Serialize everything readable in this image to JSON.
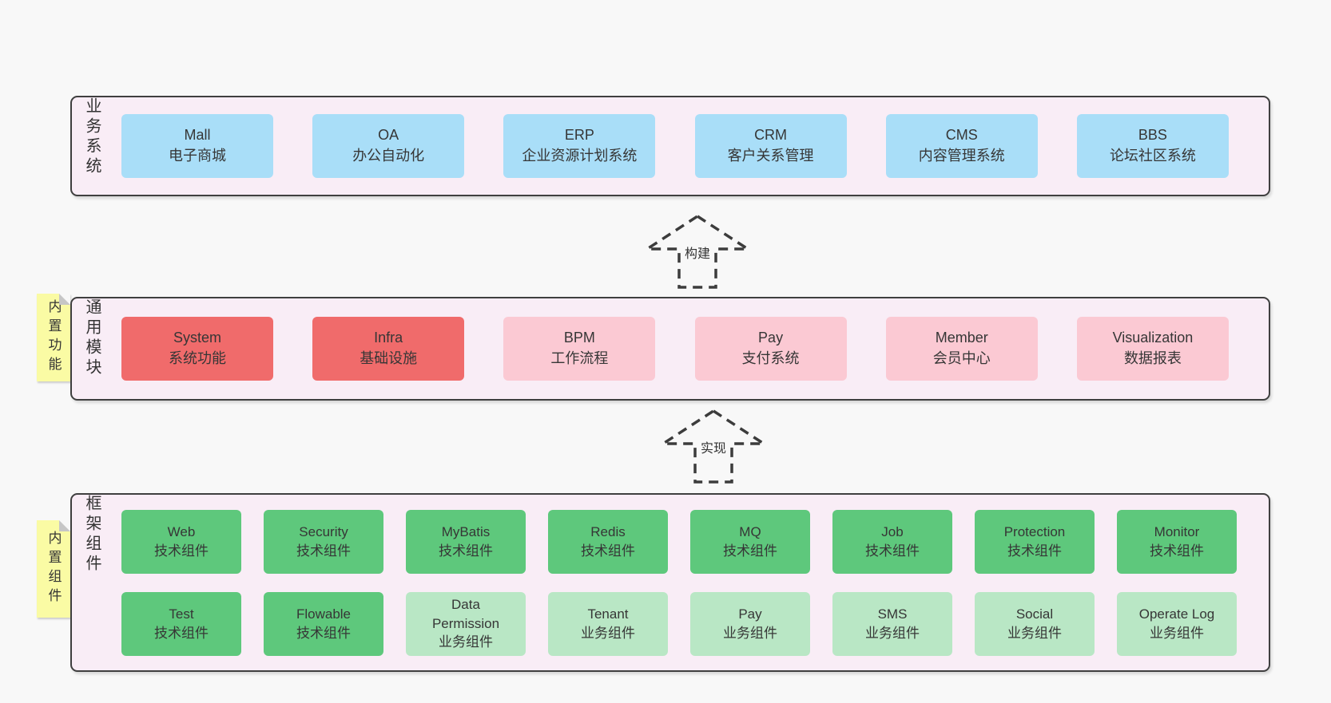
{
  "colors": {
    "page_bg": "#f8f8f8",
    "section_bg": "#f9edf6",
    "section_border": "#3f3f3f",
    "blue_box": "#a9def8",
    "red_box": "#f06b6b",
    "pink_box": "#fbc9d3",
    "green_dark_box": "#5ec87c",
    "green_light_box": "#b9e7c5",
    "sticky_yellow": "#fafba4",
    "sticky_fold_gray": "#c6c6c6",
    "text": "#363636"
  },
  "arrows": [
    {
      "label": "构建"
    },
    {
      "label": "实现"
    }
  ],
  "sections": {
    "business": {
      "label": "业务系统",
      "boxes": [
        {
          "title": "Mall",
          "subtitle": "电子商城",
          "variant": "blue"
        },
        {
          "title": "OA",
          "subtitle": "办公自动化",
          "variant": "blue"
        },
        {
          "title": "ERP",
          "subtitle": "企业资源计划系统",
          "variant": "blue"
        },
        {
          "title": "CRM",
          "subtitle": "客户关系管理",
          "variant": "blue"
        },
        {
          "title": "CMS",
          "subtitle": "内容管理系统",
          "variant": "blue"
        },
        {
          "title": "BBS",
          "subtitle": "论坛社区系统",
          "variant": "blue"
        }
      ]
    },
    "modules": {
      "label": "通用模块",
      "sticky": "内置功能",
      "boxes": [
        {
          "title": "System",
          "subtitle": "系统功能",
          "variant": "red"
        },
        {
          "title": "Infra",
          "subtitle": "基础设施",
          "variant": "red"
        },
        {
          "title": "BPM",
          "subtitle": "工作流程",
          "variant": "pink"
        },
        {
          "title": "Pay",
          "subtitle": "支付系统",
          "variant": "pink"
        },
        {
          "title": "Member",
          "subtitle": "会员中心",
          "variant": "pink"
        },
        {
          "title": "Visualization",
          "subtitle": "数据报表",
          "variant": "pink"
        }
      ]
    },
    "components": {
      "label": "框架组件",
      "sticky": "内置组件",
      "row1": [
        {
          "title": "Web",
          "subtitle": "技术组件",
          "variant": "green-dark"
        },
        {
          "title": "Security",
          "subtitle": "技术组件",
          "variant": "green-dark"
        },
        {
          "title": "MyBatis",
          "subtitle": "技术组件",
          "variant": "green-dark"
        },
        {
          "title": "Redis",
          "subtitle": "技术组件",
          "variant": "green-dark"
        },
        {
          "title": "MQ",
          "subtitle": "技术组件",
          "variant": "green-dark"
        },
        {
          "title": "Job",
          "subtitle": "技术组件",
          "variant": "green-dark"
        },
        {
          "title": "Protection",
          "subtitle": "技术组件",
          "variant": "green-dark"
        },
        {
          "title": "Monitor",
          "subtitle": "技术组件",
          "variant": "green-dark"
        }
      ],
      "row2": [
        {
          "title": "Test",
          "subtitle": "技术组件",
          "variant": "green-dark"
        },
        {
          "title": "Flowable",
          "subtitle": "技术组件",
          "variant": "green-dark"
        },
        {
          "title": "Data Permission",
          "subtitle": "业务组件",
          "variant": "green-light"
        },
        {
          "title": "Tenant",
          "subtitle": "业务组件",
          "variant": "green-light"
        },
        {
          "title": "Pay",
          "subtitle": "业务组件",
          "variant": "green-light"
        },
        {
          "title": "SMS",
          "subtitle": "业务组件",
          "variant": "green-light"
        },
        {
          "title": "Social",
          "subtitle": "业务组件",
          "variant": "green-light"
        },
        {
          "title": "Operate Log",
          "subtitle": "业务组件",
          "variant": "green-light"
        }
      ]
    }
  }
}
